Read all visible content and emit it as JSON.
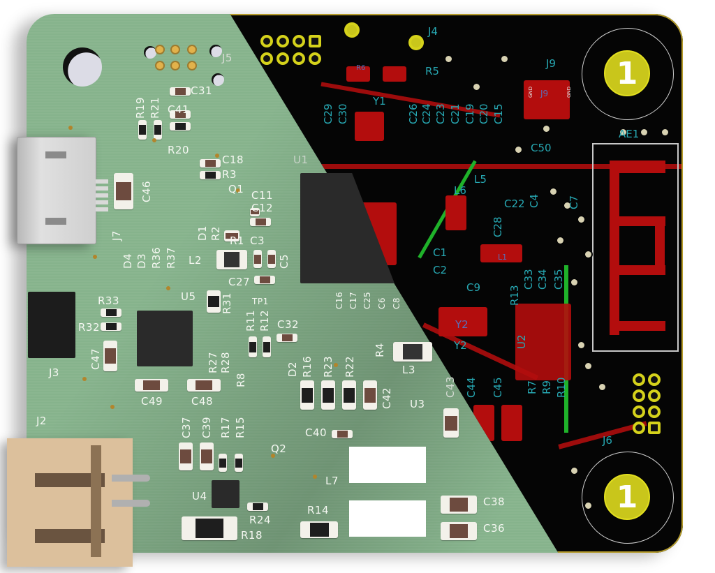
{
  "image": {
    "type": "pcb-render",
    "description": "PCB board image split diagonally: left side 3D rendered green board, right side copper layout view",
    "colors": {
      "board_green": "#86b38c",
      "layout_background": "#050505",
      "copper_red": "#b30d0d",
      "ref_cyan": "#27a9b4",
      "fiducial_yellow": "#c9c61b",
      "silkscreen_white": "#f4f7f1",
      "connector_tan": "#dcc09c"
    }
  },
  "silkscreen_3d": {
    "J5": "J5",
    "C31": "C31",
    "R19": "R19",
    "R21": "R21",
    "C41": "C41",
    "R20": "R20",
    "C18": "C18",
    "R3": "R3",
    "Q1": "Q1",
    "C11": "C11",
    "C12": "C12",
    "C46": "C46",
    "J7": "J7",
    "D1": "D1",
    "R2": "R2",
    "R1": "R1",
    "C3": "C3",
    "C5": "C5",
    "L2": "L2",
    "C27": "C27",
    "D4": "D4",
    "D3": "D3",
    "R36": "R36",
    "R37": "R37",
    "U5": "U5",
    "R31": "R31",
    "TP1": "TP1",
    "R33": "R33",
    "R32": "R32",
    "J3": "J3",
    "C47": "C47",
    "R11": "R11",
    "R12": "R12",
    "C32": "C32",
    "R27": "R27",
    "R28": "R28",
    "R8": "R8",
    "D2": "D2",
    "C49": "C49",
    "C48": "C48",
    "U1": "U1",
    "C16": "C16",
    "C17": "C17",
    "C25": "C25",
    "C6": "C6",
    "C8": "C8",
    "R4": "R4",
    "L3": "L3",
    "R16": "R16",
    "R23": "R23",
    "R22": "R22",
    "C42": "C42",
    "U3": "U3",
    "C40": "C40",
    "J2": "J2",
    "C37": "C37",
    "C39": "C39",
    "R17": "R17",
    "R15": "R15",
    "Q2": "Q2",
    "L7": "L7",
    "U4": "U4",
    "R24": "R24",
    "R18": "R18",
    "R14": "R14",
    "C38": "C38",
    "C36": "C36",
    "C43": "C43"
  },
  "layout_refs": {
    "J4": "J4",
    "R5": "R5",
    "R6": "R6",
    "Y1": "Y1",
    "C29": "C29",
    "C30": "C30",
    "C26": "C26",
    "C24": "C24",
    "C23": "C23",
    "C21": "C21",
    "C19": "C19",
    "C20": "C20",
    "C15": "C15",
    "J9": "J9",
    "GND_L": "GND",
    "GND_R": "GND",
    "C50": "C50",
    "L5": "L5",
    "L6": "L6",
    "C22": "C22",
    "C28": "C28",
    "C4": "C4",
    "C7": "C7",
    "L1": "L1",
    "C1": "C1",
    "C2": "C2",
    "C9": "C9",
    "Y2": "Y2",
    "Y2_pad": "Y2",
    "R13": "R13",
    "C33": "C33",
    "C34": "C34",
    "C35": "C35",
    "U2": "U2",
    "R7": "R7",
    "R9": "R9",
    "R10": "R10",
    "C44": "C44",
    "C45": "C45",
    "AE1": "AE1",
    "J6": "J6"
  },
  "fiducials": [
    {
      "label": "1"
    },
    {
      "label": "1"
    }
  ]
}
